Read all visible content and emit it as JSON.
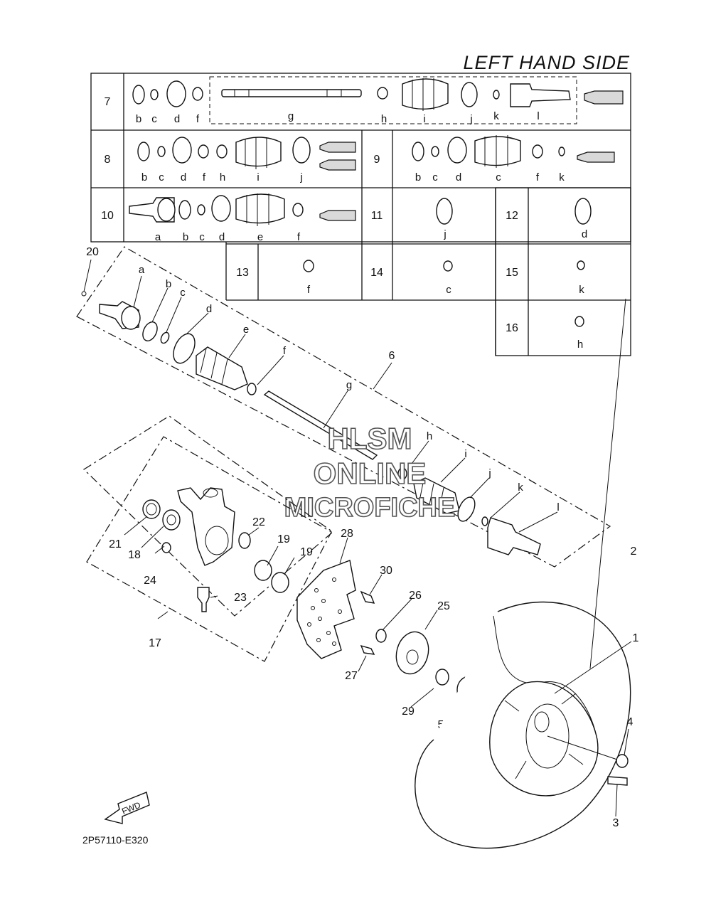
{
  "header": {
    "title": "LEFT HAND SIDE"
  },
  "footer": {
    "drawing_code": "2P57110-E320",
    "fwd_label": "FWD"
  },
  "watermark": {
    "line1": "HLSM",
    "line2": "ONLINE",
    "line3": "MICROFICHE"
  },
  "kit_table": {
    "rows": [
      {
        "no": "7",
        "parts": [
          "b",
          "c",
          "d",
          "f",
          "g",
          "h",
          "i",
          "j",
          "k",
          "l"
        ]
      },
      {
        "no": "8",
        "parts": [
          "b",
          "c",
          "d",
          "f",
          "h",
          "i",
          "j"
        ]
      },
      {
        "no": "9",
        "parts": [
          "b",
          "c",
          "d",
          "c",
          "f",
          "k"
        ]
      },
      {
        "no": "10",
        "parts": [
          "a",
          "b",
          "c",
          "d",
          "e",
          "f"
        ]
      },
      {
        "no": "11",
        "parts": [
          "j"
        ]
      },
      {
        "no": "12",
        "parts": [
          "d"
        ]
      },
      {
        "no": "13",
        "parts": [
          "f"
        ]
      },
      {
        "no": "14",
        "parts": [
          "c"
        ]
      },
      {
        "no": "15",
        "parts": [
          "k"
        ]
      },
      {
        "no": "16",
        "parts": [
          "h"
        ]
      }
    ]
  },
  "exploded_letters": [
    "a",
    "b",
    "c",
    "d",
    "e",
    "f",
    "g",
    "h",
    "i",
    "j",
    "k",
    "l"
  ],
  "callouts": [
    "1",
    "2",
    "3",
    "4",
    "5",
    "6",
    "17",
    "18",
    "19",
    "20",
    "21",
    "22",
    "23",
    "24",
    "25",
    "26",
    "27",
    "28",
    "29",
    "30",
    "19"
  ]
}
